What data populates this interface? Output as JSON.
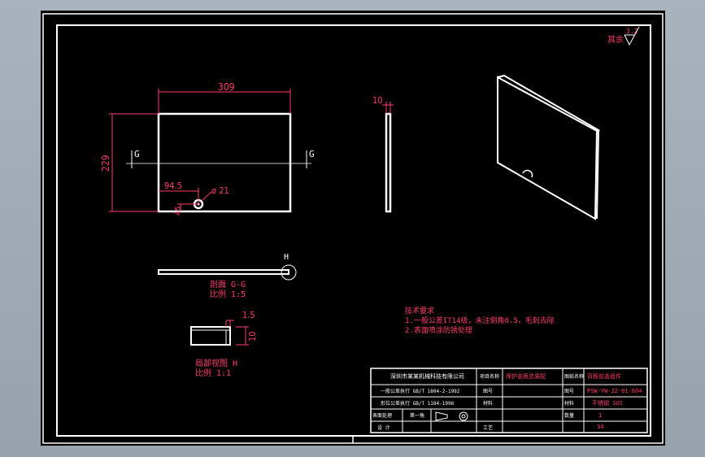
{
  "drawing": {
    "roughness": {
      "label": "其余",
      "value": "3.2"
    },
    "front_view": {
      "width_dim": "309",
      "height_dim": "229",
      "hole_x_dim": "94.5",
      "hole_y_dim": "45",
      "hole_dia_dim": "ø 21",
      "section_mark_left": "G",
      "section_mark_right": "G"
    },
    "side_view": {
      "thickness_dim": "10"
    },
    "section_view": {
      "detail_mark": "H",
      "caption": "剖面 G-G",
      "scale": "比例 1:5"
    },
    "detail_view": {
      "dim_top": "1.5",
      "dim_right": "10",
      "caption": "局部视图 H",
      "scale": "比例 1:1"
    },
    "tech_notes": {
      "title": "技术要求",
      "line1": "1.一般公差IT14级，未注倒角0.5，毛刺去除",
      "line2": "2.表面喷涂防锈处理"
    }
  },
  "title_block": {
    "company": "深圳市某某机械科技有限公司",
    "tol_line1": "一般公差执行 GB/T 1804-2-1992",
    "tol_line2": "形位公差执行 GB/T 1184-1996",
    "row3_a": "表面处理",
    "row3_b": "第一角",
    "row4_a": "设 计",
    "label_project": "项目名称",
    "project_name": "保护盖板总装配",
    "label_drawing_name": "图纸名称",
    "drawing_name": "背板前盖组件",
    "label_drawing_no": "图号",
    "drawing_no": "PSW-YW-22-01-004",
    "label_material": "材料",
    "material": "不锈钢 SUS",
    "label_qty": "数量",
    "qty": "1",
    "label_process": "工艺",
    "process": "34"
  },
  "colors": {
    "background": "#000000",
    "line": "#ffffff",
    "dimension": "#ff3b6b",
    "frame": "#ffffff"
  }
}
